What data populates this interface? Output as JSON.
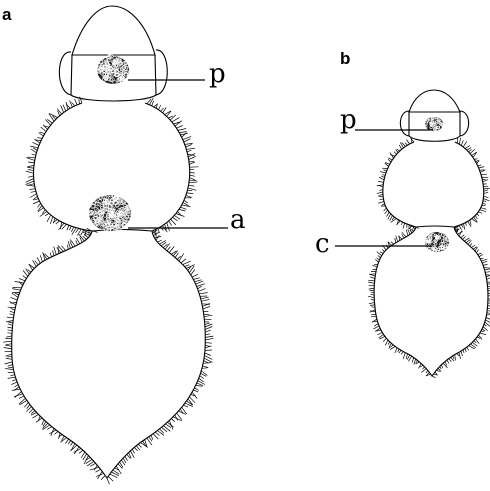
{
  "figure": {
    "panels": [
      {
        "letter": "a",
        "callouts": [
          {
            "text": "p"
          },
          {
            "text": "a"
          }
        ]
      },
      {
        "letter": "b",
        "callouts": [
          {
            "text": "p"
          },
          {
            "text": "c"
          }
        ]
      }
    ]
  }
}
